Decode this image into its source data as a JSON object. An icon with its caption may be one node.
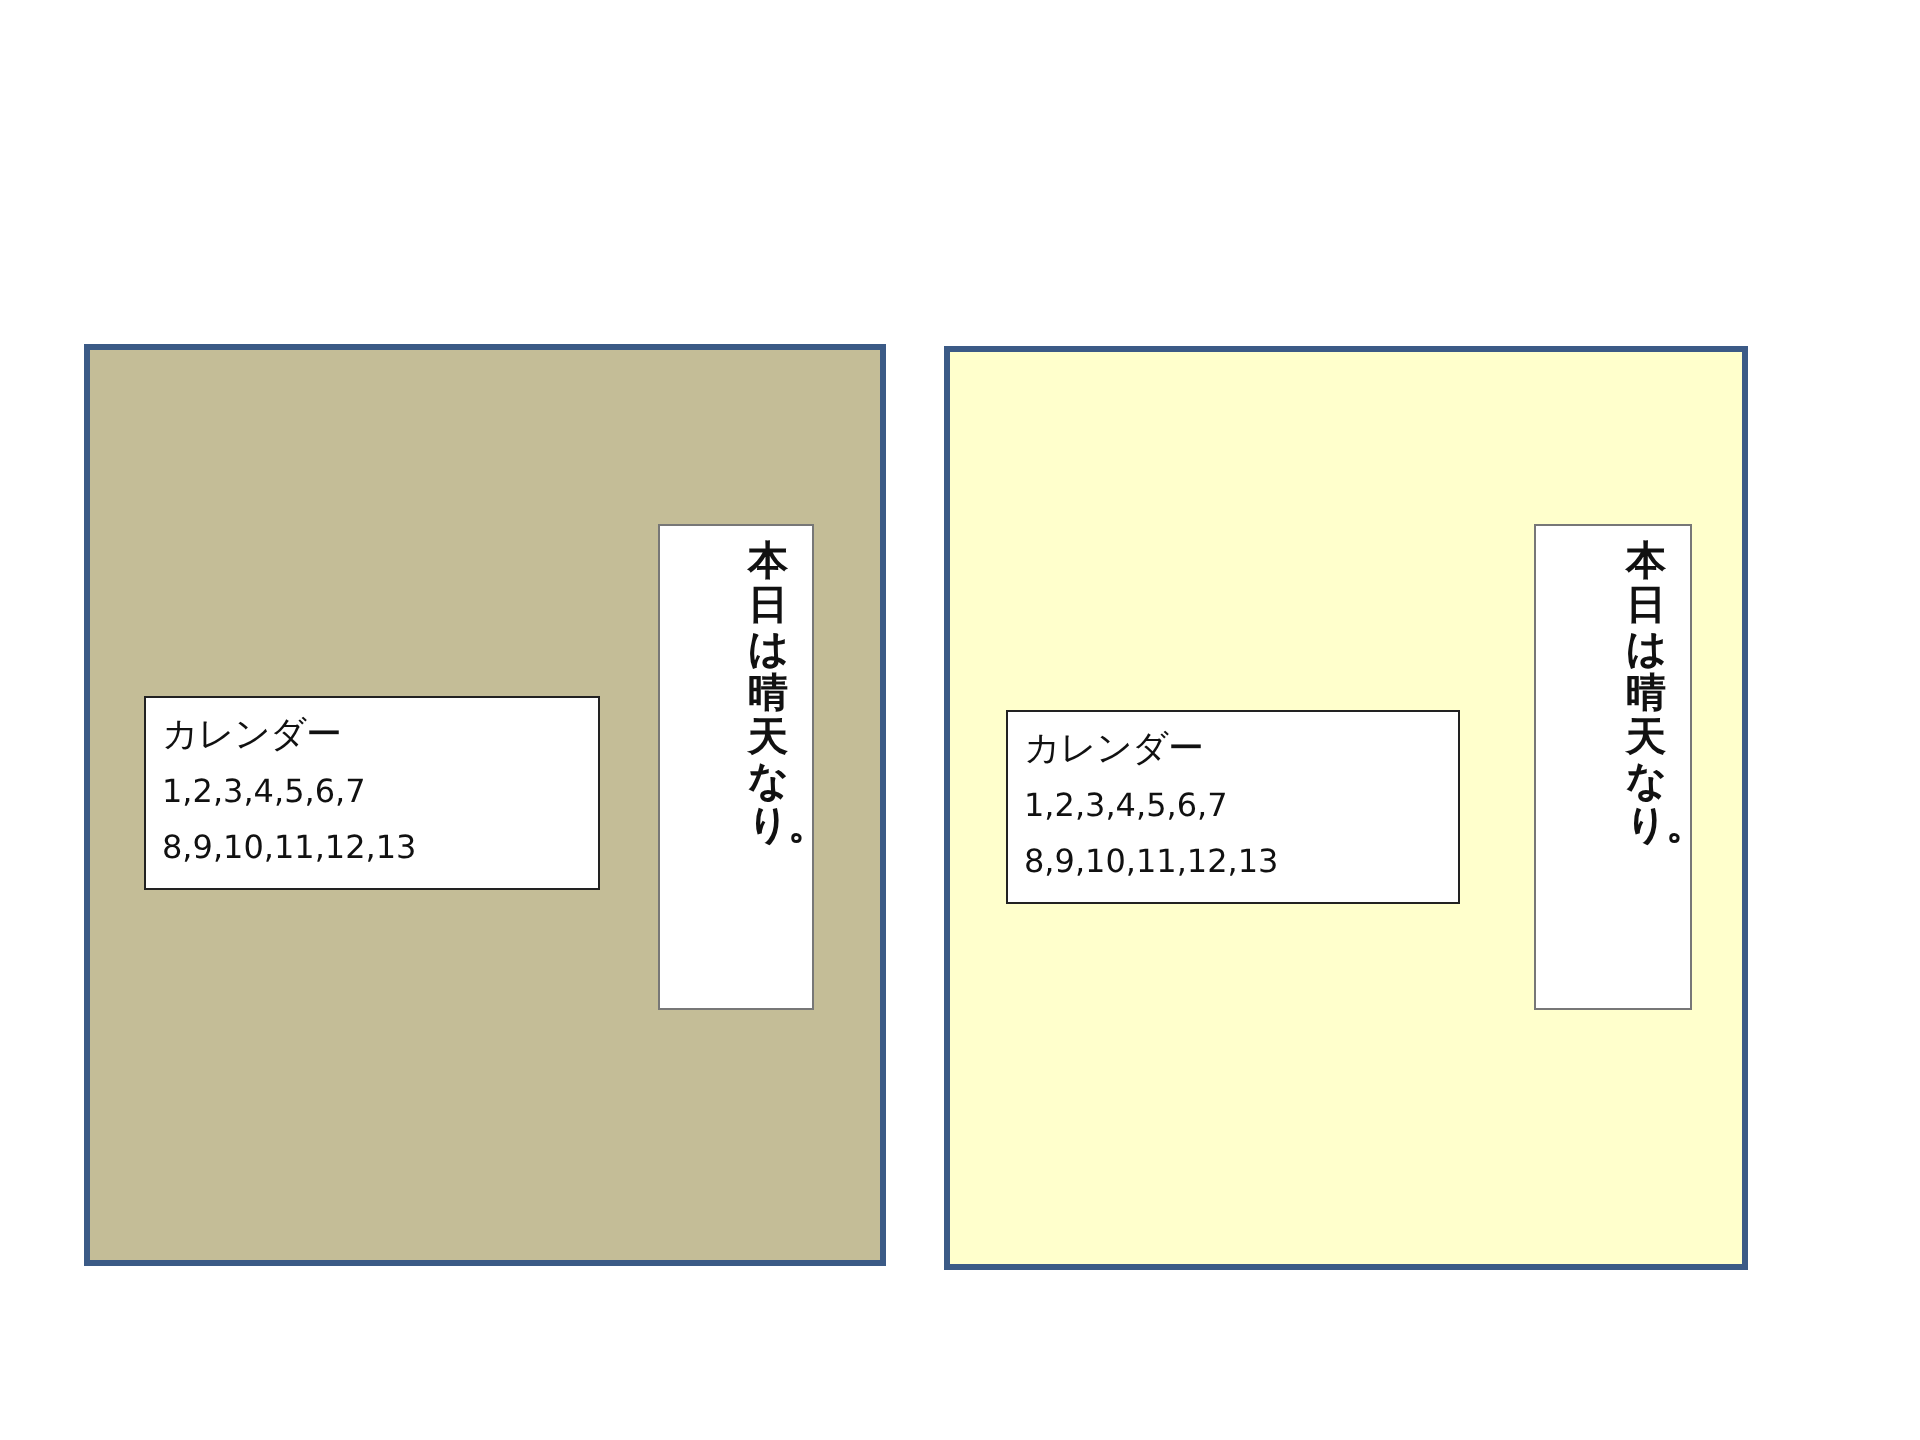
{
  "diagram": {
    "nodes": [
      {
        "text": [],
        "shape": "box"
      },
      {
        "text": [
          "カレンダー",
          "1,2,3,4,5,6,7",
          "8,9,10,11,12,13"
        ],
        "in": 0
      },
      {
        "text": [
          "本日は晴天なり。"
        ],
        "in": 0
      },
      {
        "text": [],
        "shape": "box"
      },
      {
        "text": [
          "カレンダー",
          "1,2,3,4,5,6,7",
          "8,9,10,11,12,13"
        ],
        "in": 3
      },
      {
        "text": [
          "本日は晴天なり。"
        ],
        "in": 3
      }
    ]
  }
}
